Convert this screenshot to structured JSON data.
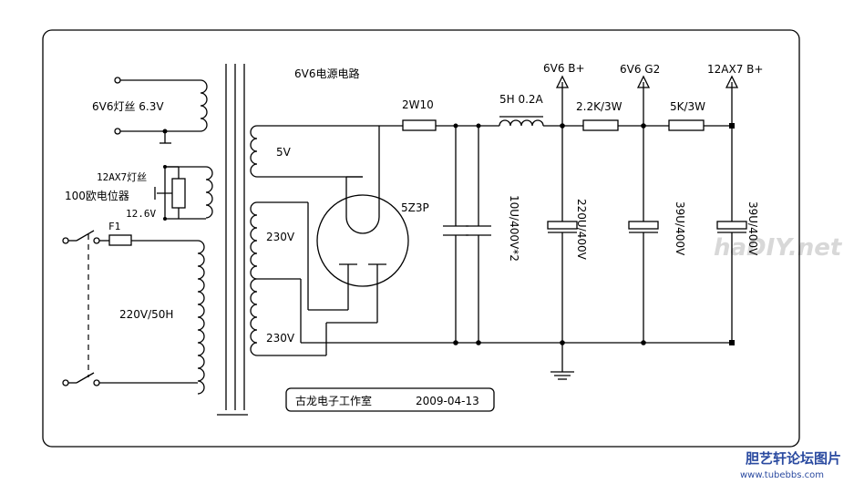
{
  "title": "6V6电源电路",
  "credit": {
    "studio": "古龙电子工作室",
    "date": "2009-04-13"
  },
  "watermark": "haDIY.net",
  "footer": {
    "site_cn": "胆艺轩论坛图片",
    "site_url": "www.tubebbs.com"
  },
  "transformer": {
    "primary": "220V/50H",
    "fuse": "F1",
    "heater_6v6": "6V6灯丝 6.3V",
    "heater_12ax7": "12AX7灯丝",
    "pot": "100欧电位器",
    "heater_12ax7_voltage": "12.6V",
    "rect_heater": "5V",
    "hv_top": "230V",
    "hv_bottom": "230V"
  },
  "components": {
    "rectifier": "5Z3P",
    "resistor_1": "2W10",
    "choke": "5H 0.2A",
    "resistor_2": "2.2K/3W",
    "resistor_3": "5K/3W",
    "cap_1": "10U/400V*2",
    "cap_2": "220U/400V",
    "cap_3": "39U/400V",
    "cap_4": "39U/400V"
  },
  "outputs": {
    "out_1": "6V6 B+",
    "out_2": "6V6 G2",
    "out_3": "12AX7 B+"
  }
}
